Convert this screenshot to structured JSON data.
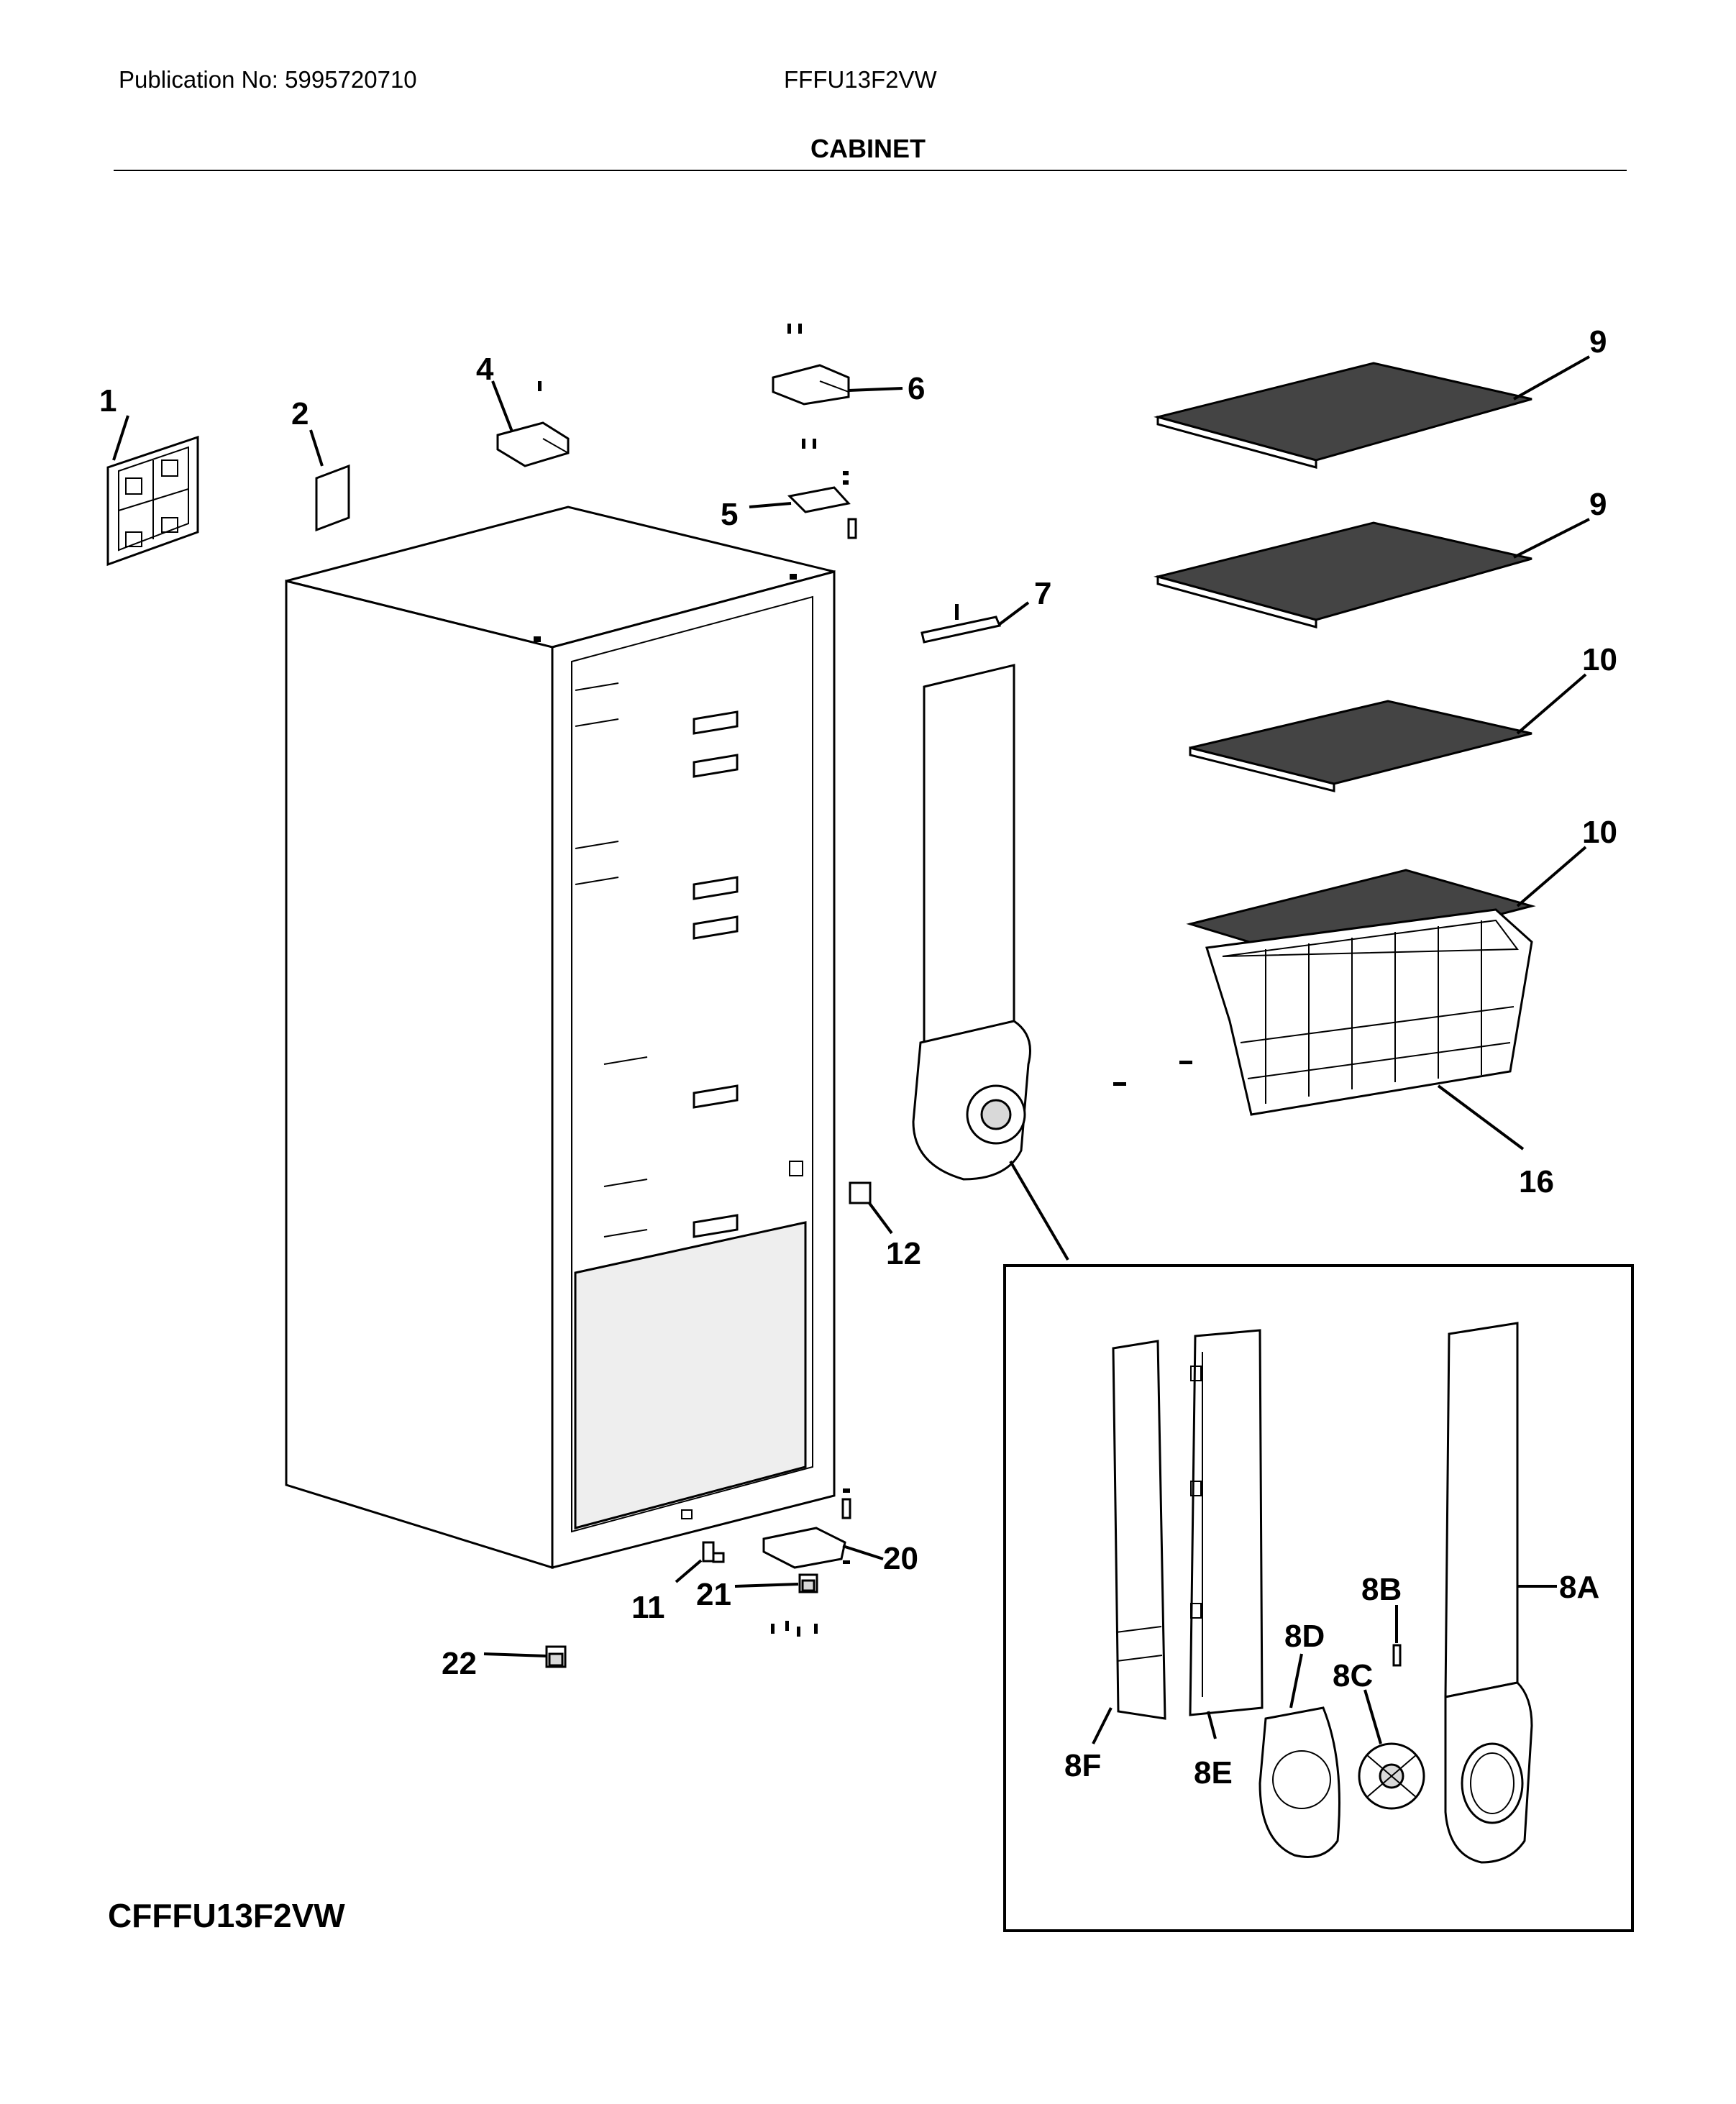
{
  "header": {
    "publication": "Publication No: 5995720710",
    "model": "FFFU13F2VW",
    "section_title": "CABINET"
  },
  "footer": {
    "code": "CFFFU13F2VW"
  },
  "callouts": {
    "c1": "1",
    "c2": "2",
    "c4": "4",
    "c5": "5",
    "c6": "6",
    "c7": "7",
    "c9a": "9",
    "c9b": "9",
    "c10a": "10",
    "c10b": "10",
    "c11": "11",
    "c12": "12",
    "c16": "16",
    "c20": "20",
    "c21": "21",
    "c22": "22",
    "c8a": "8A",
    "c8b": "8B",
    "c8c": "8C",
    "c8d": "8D",
    "c8e": "8E",
    "c8f": "8F"
  }
}
